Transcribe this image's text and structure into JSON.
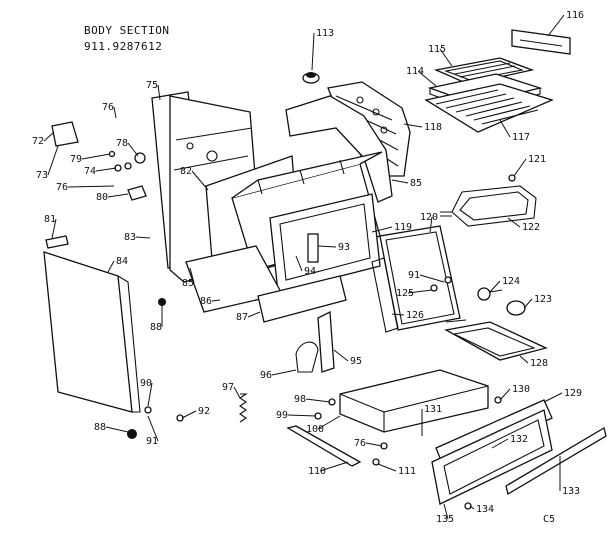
{
  "diagram": {
    "title": "BODY SECTION",
    "part_number": "911.9287612",
    "code": "C5"
  },
  "callouts": [
    {
      "text": "116"
    },
    {
      "text": "115"
    },
    {
      "text": "114"
    },
    {
      "text": "117"
    },
    {
      "text": "113"
    },
    {
      "text": "118"
    },
    {
      "text": "75"
    },
    {
      "text": "76"
    },
    {
      "text": "72"
    },
    {
      "text": "73"
    },
    {
      "text": "78"
    },
    {
      "text": "79"
    },
    {
      "text": "74"
    },
    {
      "text": "76"
    },
    {
      "text": "80"
    },
    {
      "text": "82"
    },
    {
      "text": "85"
    },
    {
      "text": "121"
    },
    {
      "text": "122"
    },
    {
      "text": "120"
    },
    {
      "text": "119"
    },
    {
      "text": "93"
    },
    {
      "text": "94"
    },
    {
      "text": "81"
    },
    {
      "text": "83"
    },
    {
      "text": "84"
    },
    {
      "text": "85"
    },
    {
      "text": "86"
    },
    {
      "text": "88"
    },
    {
      "text": "87"
    },
    {
      "text": "91"
    },
    {
      "text": "124"
    },
    {
      "text": "125"
    },
    {
      "text": "123"
    },
    {
      "text": "126"
    },
    {
      "text": "128"
    },
    {
      "text": "95"
    },
    {
      "text": "96"
    },
    {
      "text": "97"
    },
    {
      "text": "90"
    },
    {
      "text": "92"
    },
    {
      "text": "88"
    },
    {
      "text": "91"
    },
    {
      "text": "98"
    },
    {
      "text": "99"
    },
    {
      "text": "100"
    },
    {
      "text": "131"
    },
    {
      "text": "130"
    },
    {
      "text": "129"
    },
    {
      "text": "76"
    },
    {
      "text": "110"
    },
    {
      "text": "111"
    },
    {
      "text": "132"
    },
    {
      "text": "133"
    },
    {
      "text": "135"
    },
    {
      "text": "134"
    }
  ]
}
